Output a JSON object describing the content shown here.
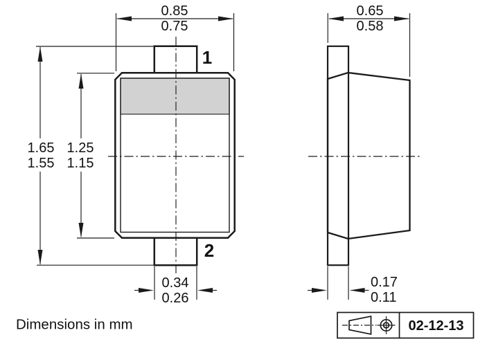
{
  "note": "Dimensions in mm",
  "views": {
    "front": {
      "pin1_label": "1",
      "pin2_label": "2",
      "dims": {
        "body_width": {
          "max": "0.85",
          "min": "0.75"
        },
        "overall_height": {
          "max": "1.65",
          "min": "1.55"
        },
        "body_height": {
          "max": "1.25",
          "min": "1.15"
        },
        "terminal_width": {
          "max": "0.34",
          "min": "0.26"
        }
      }
    },
    "side": {
      "dims": {
        "overall_depth": {
          "max": "0.65",
          "min": "0.58"
        },
        "lead_thickness": {
          "max": "0.17",
          "min": "0.11"
        }
      }
    }
  },
  "title_block": {
    "date": "02-12-13",
    "symbols": [
      "first-angle-projection-cone-icon",
      "concentric-target-icon"
    ]
  },
  "colors": {
    "line": "#1a1a1a",
    "cathode_band": "#d2d2d2",
    "background": "#ffffff"
  }
}
